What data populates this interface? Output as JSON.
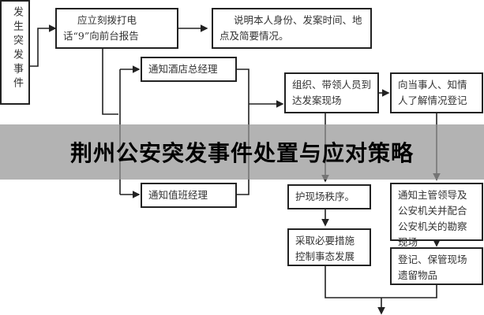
{
  "flowchart": {
    "start": "发生突发事件",
    "call_front_desk": "应立刻拨打电话“9”向前台报告",
    "explain": "说明本人身份、发案时间、地点及简要情况。",
    "notify_gm": "通知酒店总经理",
    "notify_duty": "通知值班经理",
    "organize": "组织、带领人员到达发案现场",
    "inquire": "向当事人、知情人了解情况登记",
    "maintain_order": "护现场秩序。",
    "notify_police": "通知主管领导及公安机关并配合公安机关的勘察现场",
    "take_measures": "采取必要措施控制事态发展",
    "register_items": "登记、保管现场遗留物品"
  },
  "banner": {
    "title": "荆州公安突发事件处置与应对策略"
  }
}
